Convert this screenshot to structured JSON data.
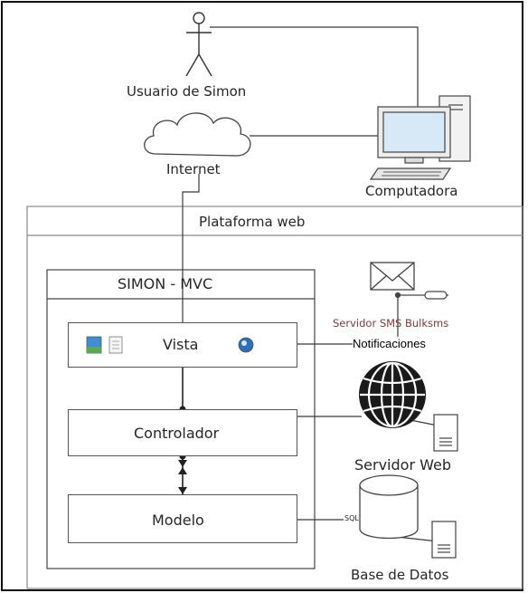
{
  "diagram": {
    "user_label": "Usuario de Simon",
    "internet_label": "Internet",
    "computer_label": "Computadora",
    "platform_label": "Plataforma web",
    "mvc_title": "SIMON - MVC",
    "vista_label": "Vista",
    "controlador_label": "Controlador",
    "modelo_label": "Modelo",
    "sms_server_label": "Servidor SMS Bulksms",
    "notificaciones_label": "Notificaciones",
    "web_server_label": "Servidor Web",
    "db_label": "Base de Datos",
    "sql_label": "SQL"
  },
  "colors": {
    "line": "#3a3a3a",
    "sms_label": "#7a3b3b",
    "screen_blue": "#d7e9f7"
  }
}
